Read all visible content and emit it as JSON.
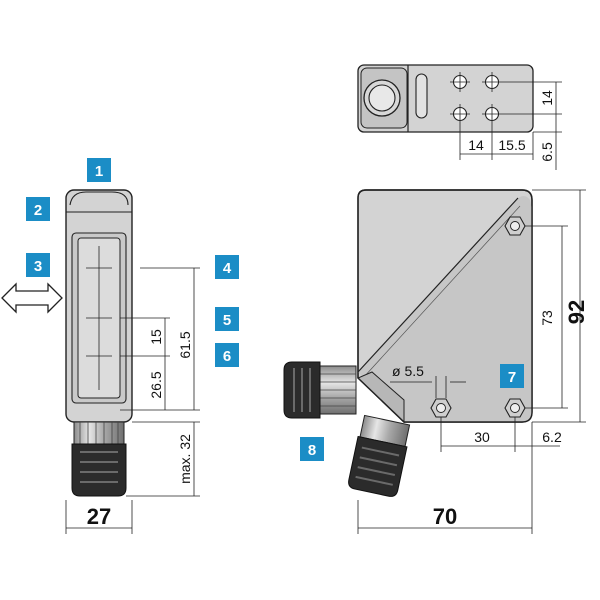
{
  "badges": [
    {
      "label": "1"
    },
    {
      "label": "2"
    },
    {
      "label": "3"
    },
    {
      "label": "4"
    },
    {
      "label": "5"
    },
    {
      "label": "6"
    },
    {
      "label": "7"
    },
    {
      "label": "8"
    }
  ],
  "dimensions": {
    "mount_14_v": "14",
    "mount_14_h": "14",
    "mount_15_5": "15.5",
    "mount_6_5": "6.5",
    "front_15": "15",
    "front_61_5": "61.5",
    "front_26_5": "26.5",
    "front_max32": "max. 32",
    "front_width": "27",
    "side_73": "73",
    "side_92": "92",
    "side_dia": "ø 5.5",
    "side_30": "30",
    "side_6_2": "6.2",
    "side_width": "70"
  },
  "colors": {
    "badge": "#1b8dc6",
    "housing": "#d3d3d3",
    "housing_dark": "#b9b9b9",
    "line": "#222222"
  },
  "icons": {
    "direction_arrow": "double-arrow-icon",
    "hex_nut": "hex-nut-icon",
    "connector": "m12-connector-icon"
  }
}
